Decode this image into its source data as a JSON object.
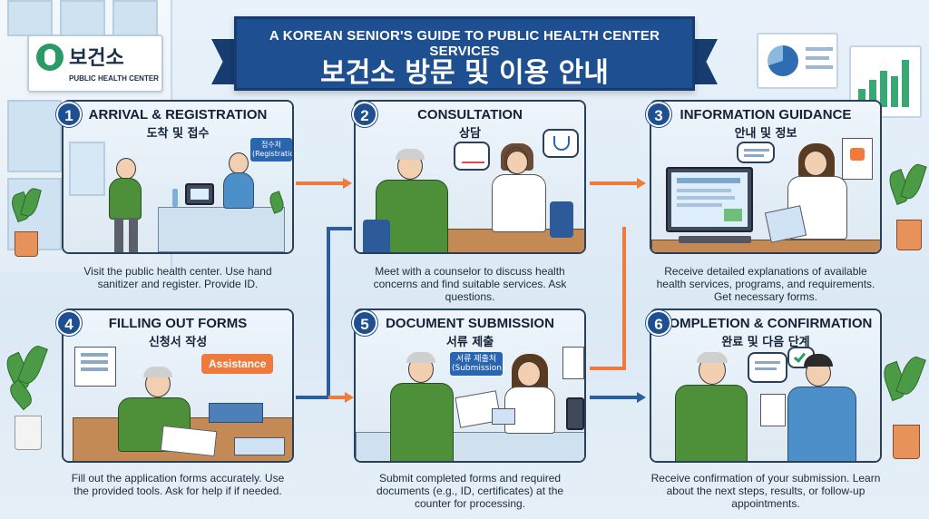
{
  "header": {
    "subtitle": "A KOREAN SENIOR'S GUIDE TO PUBLIC HEALTH CENTER SERVICES",
    "title": "보건소 방문 및 이용 안내"
  },
  "sign": {
    "name_ko": "보건소",
    "name_en": "PUBLIC HEALTH CENTER"
  },
  "steps": [
    {
      "number": "1",
      "title": "ARRIVAL & REGISTRATION",
      "title_ko": "도착 및 접수",
      "scene_label_ko": "접수처",
      "scene_label_en": "(Registration)",
      "description": "Visit the public health center. Use hand sanitizer and register. Provide ID."
    },
    {
      "number": "2",
      "title": "CONSULTATION",
      "title_ko": "상담",
      "description": "Meet with a counselor to discuss health concerns and find suitable services. Ask questions."
    },
    {
      "number": "3",
      "title": "INFORMATION GUIDANCE",
      "title_ko": "안내 및 정보",
      "description": "Receive detailed explanations of available health services, programs, and requirements. Get necessary forms."
    },
    {
      "number": "4",
      "title": "FILLING OUT FORMS",
      "title_ko": "신청서 작성",
      "scene_label": "Assistance",
      "description": "Fill out the application forms accurately. Use the provided tools. Ask for help if if needed."
    },
    {
      "number": "5",
      "title": "DOCUMENT SUBMISSION",
      "title_ko": "서류 제출",
      "scene_label_ko": "서류 제출처",
      "scene_label_en": "(Submission)",
      "description": "Submit completed forms and required documents (e.g., ID, certificates) at the counter for processing."
    },
    {
      "number": "6",
      "title": "COMPLETION & CONFIRMATION",
      "title_ko": "완료 및 다음 단계",
      "description": "Receive confirmation of your submission. Learn about the next steps, results, or follow-up appointments."
    }
  ],
  "colors": {
    "banner": "#1d4f91",
    "badge": "#1d4f91",
    "arrow_blue": "#2c5e9c",
    "arrow_orange": "#ef7a3c",
    "accent_green": "#4b9a46"
  }
}
